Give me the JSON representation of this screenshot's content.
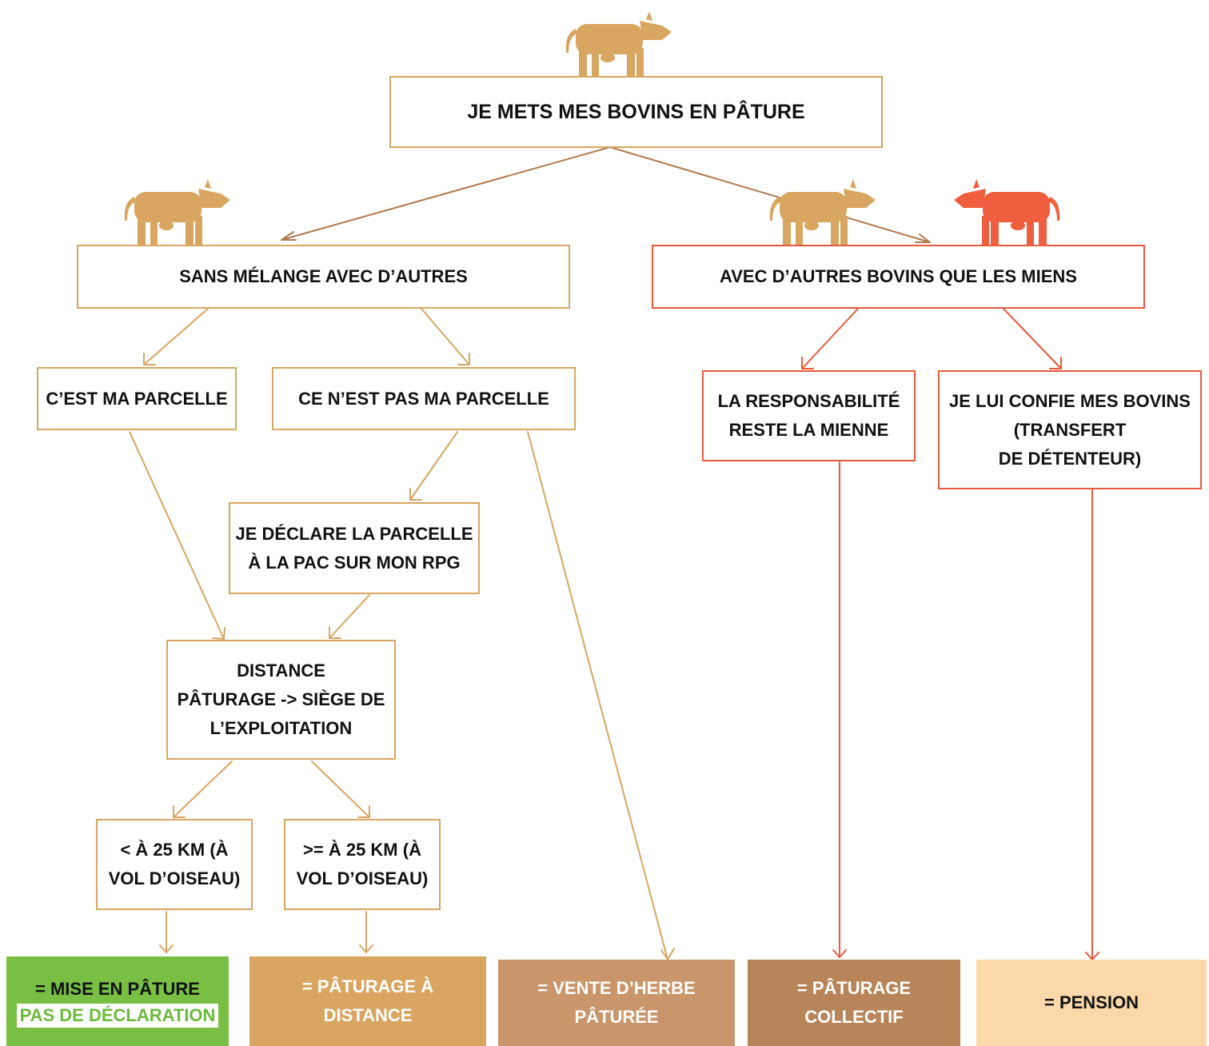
{
  "colors": {
    "tan": "#d8a661",
    "brown_arrow": "#b07a4e",
    "red": "#e85a3c",
    "green": "#78bf44",
    "result_tan1": "#d9a662",
    "result_tan2": "#c9956a",
    "result_tan3": "#b8855a",
    "result_peach": "#fbd8aa"
  },
  "icons": [
    "cow-icon"
  ],
  "nodes": {
    "root": "JE METS MES BOVINS EN PÂTURE",
    "sans_melange": "SANS MÉLANGE AVEC D’AUTRES",
    "avec_autres": "AVEC D’AUTRES BOVINS QUE LES MIENS",
    "ma_parcelle": "C’EST MA PARCELLE",
    "pas_ma_parcelle": "CE N’EST PAS MA PARCELLE",
    "declare_pac": "JE DÉCLARE LA PARCELLE\nÀ LA PAC SUR MON RPG",
    "distance": "DISTANCE\nPÂTURAGE -> SIÈGE DE\nL’EXPLOITATION",
    "moins_25": "< À 25 KM (À\nVOL D’OISEAU)",
    "plus_25": ">= À 25 KM (À\nVOL D’OISEAU)",
    "responsabilite": "LA RESPONSABILITÉ\nRESTE LA MIENNE",
    "confie": "JE LUI CONFIE MES BOVINS\n(TRANSFERT\nDE DÉTENTEUR)"
  },
  "results": {
    "mise_en_pature": "= MISE EN PÂTURE",
    "pas_de_declaration": "PAS DE DÉCLARATION",
    "paturage_distance": "= PÂTURAGE À\nDISTANCE",
    "vente_herbe": "= VENTE D’HERBE\nPÂTURÉE",
    "paturage_collectif": "= PÂTURAGE\nCOLLECTIF",
    "pension": "= PENSION"
  }
}
